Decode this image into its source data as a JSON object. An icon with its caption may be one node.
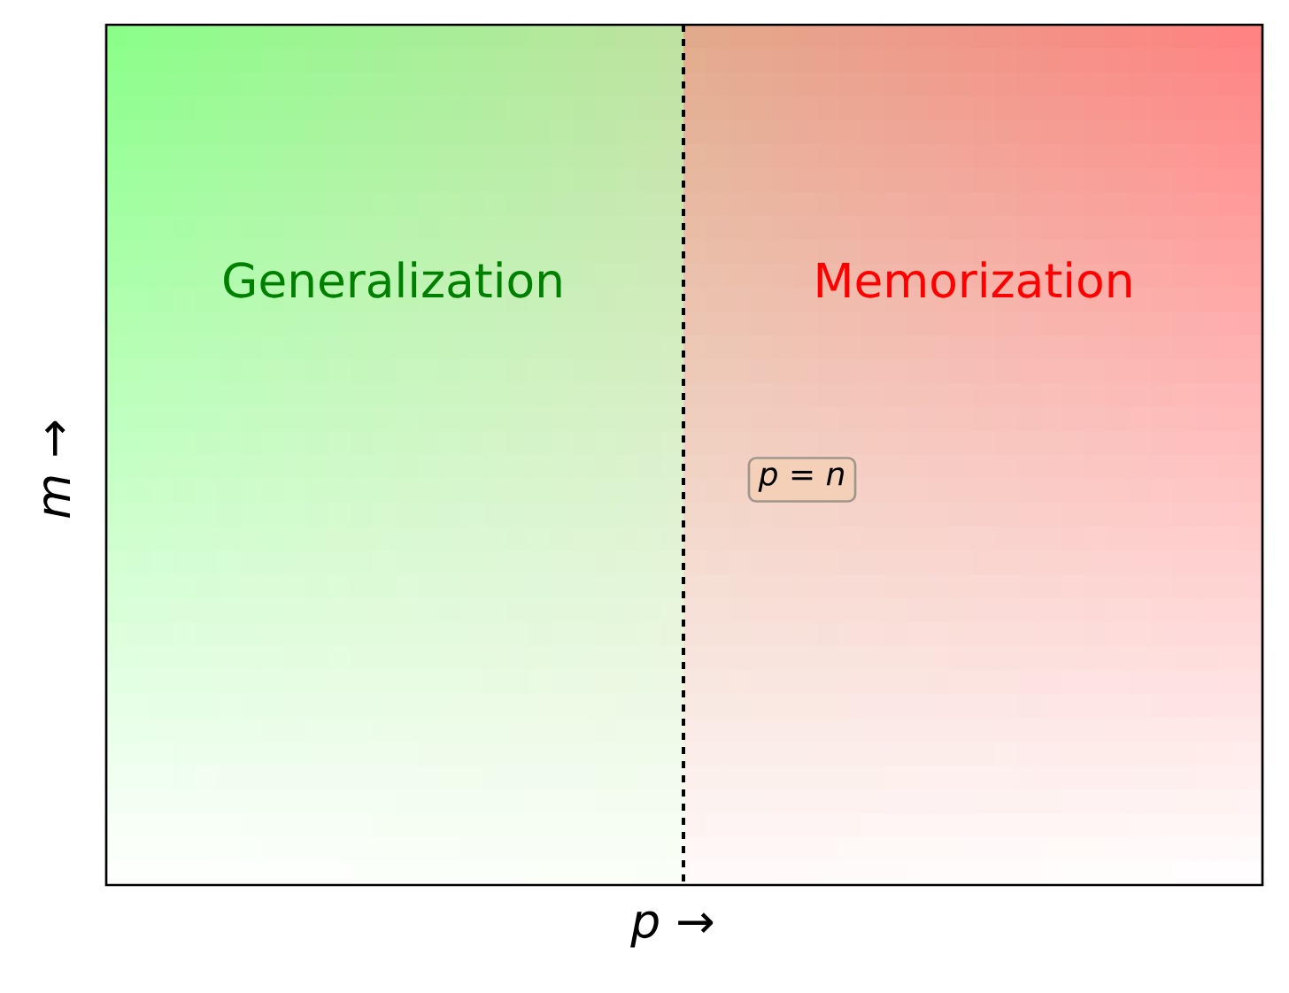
{
  "diagram": {
    "nodes": [
      {
        "text": [
          "*p* = *n*"
        ]
      }
    ],
    "labels": [
      "Generalization",
      "Memorization",
      "*m* →",
      "*p* →"
    ]
  }
}
